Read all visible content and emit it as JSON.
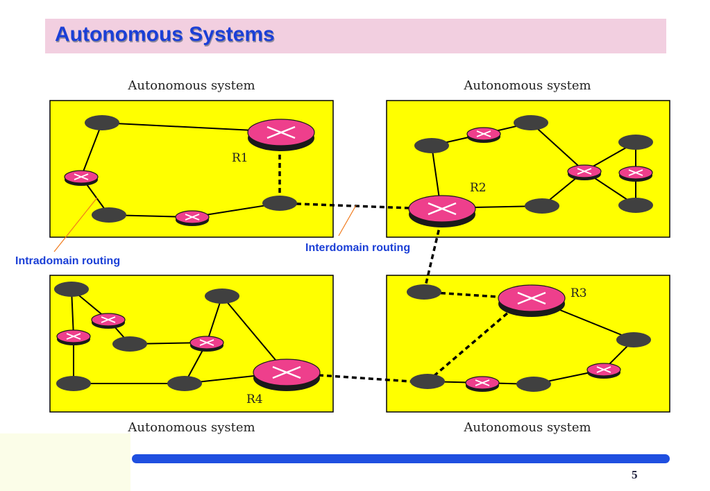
{
  "slide": {
    "title": "Autonomous Systems",
    "page_number": "5"
  },
  "diagram": {
    "autonomous_system_labels": {
      "top_left": "Autonomous system",
      "top_right": "Autonomous system",
      "bottom_left": "Autonomous system",
      "bottom_right": "Autonomous system"
    },
    "routers": {
      "r1": "R1",
      "r2": "R2",
      "r3": "R3",
      "r4": "R4"
    },
    "callouts": {
      "intradomain": "Intradomain routing",
      "interdomain": "Interdomain routing"
    },
    "colors": {
      "domain_fill": "#ffff00",
      "router_fill": "#ee3f8c",
      "host_fill": "#404040",
      "callout_text": "#1b3fd6",
      "title_band": "#f2cfe0",
      "footer_bar": "#1f4fe0"
    }
  }
}
